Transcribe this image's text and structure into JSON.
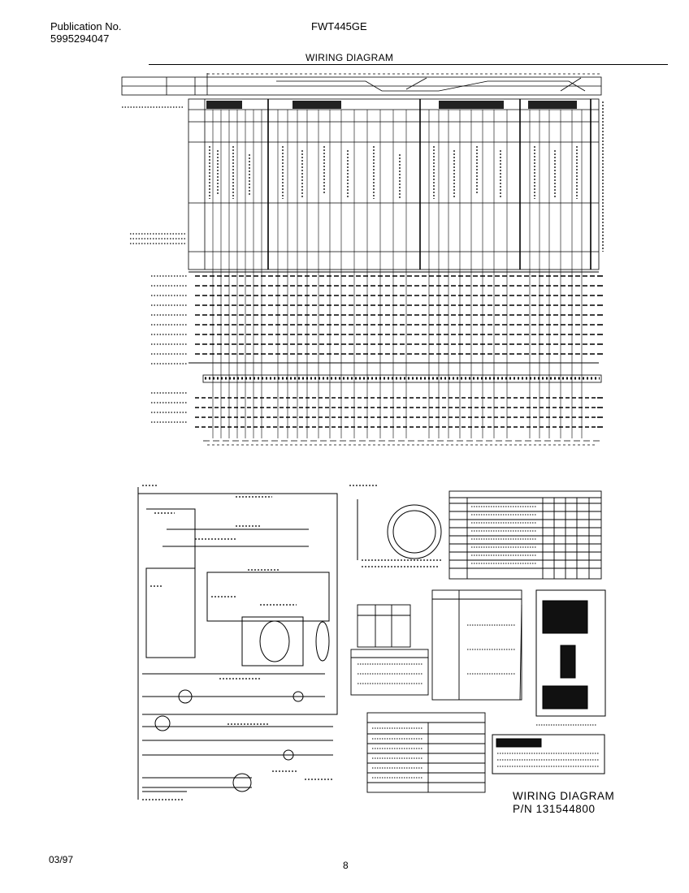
{
  "header": {
    "publication_label": "Publication No.",
    "publication_number": "5995294047",
    "model": "FWT445GE"
  },
  "diagram": {
    "title": "WIRING DIAGRAM",
    "caption_line1": "WIRING DIAGRAM",
    "caption_line2": "P/N 131544800"
  },
  "footer": {
    "date": "03/97",
    "page": "8"
  }
}
